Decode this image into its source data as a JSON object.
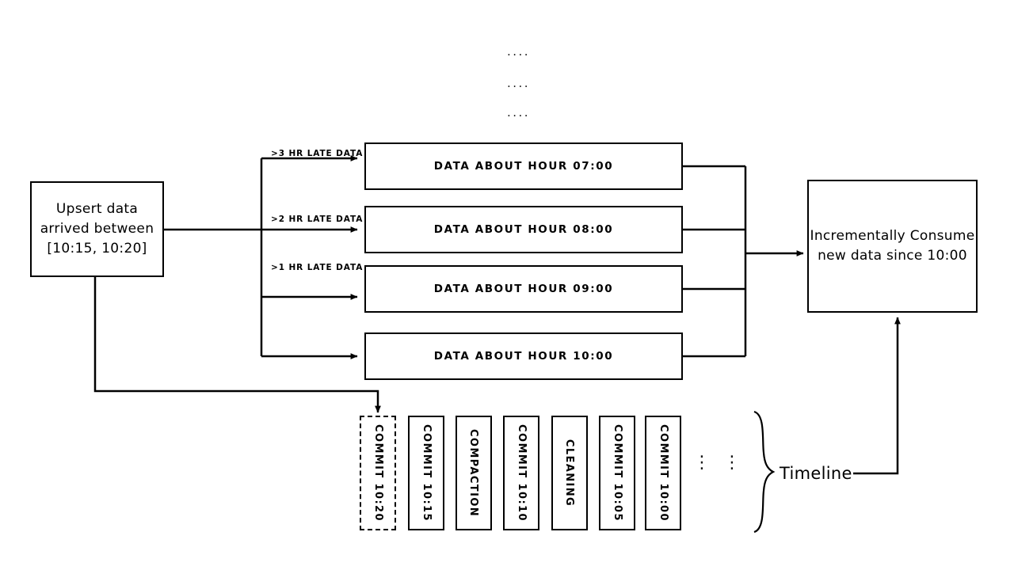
{
  "diagram": {
    "title": "Hudi incremental upsert and timeline diagram",
    "stroke_color": "#000000",
    "background_color": "#ffffff"
  },
  "source_node": {
    "label": "Upsert data\narrived between\n[10:15, 10:20]"
  },
  "sink_node": {
    "label": "Incrementally Consume\nnew data since 10:00"
  },
  "edge_labels": [
    {
      "text": ">3 HR LATE DATA"
    },
    {
      "text": ">2 HR LATE DATA"
    },
    {
      "text": ">1 HR LATE DATA"
    },
    {
      "text": ""
    }
  ],
  "hour_boxes": [
    {
      "label": "DATA ABOUT HOUR 07:00"
    },
    {
      "label": "DATA ABOUT HOUR 08:00"
    },
    {
      "label": "DATA ABOUT HOUR 09:00"
    },
    {
      "label": "DATA ABOUT HOUR 10:00"
    }
  ],
  "top_ellipsis": [
    "....",
    "....",
    "...."
  ],
  "timeline": {
    "label": "Timeline",
    "commits": [
      {
        "label": "COMMIT 10:20",
        "style": "dashed"
      },
      {
        "label": "COMMIT 10:15",
        "style": "solid"
      },
      {
        "label": "COMPACTION",
        "style": "solid"
      },
      {
        "label": "COMMIT 10:10",
        "style": "solid"
      },
      {
        "label": "CLEANING",
        "style": "solid"
      },
      {
        "label": "COMMIT 10:05",
        "style": "solid"
      },
      {
        "label": "COMMIT 10:00",
        "style": "solid"
      }
    ],
    "continuation_dots": [
      "⋮",
      "⋮"
    ]
  }
}
